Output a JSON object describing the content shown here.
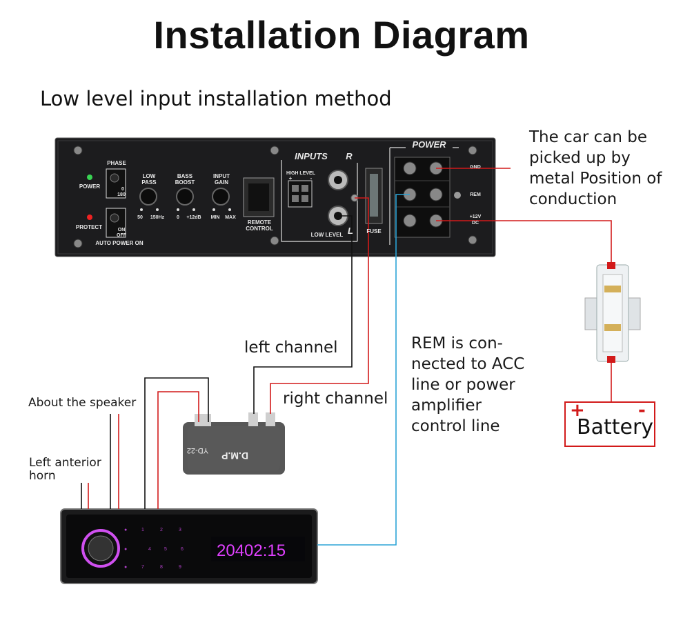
{
  "title": "Installation Diagram",
  "subtitle": "Low level input installation method",
  "notes": {
    "ground_note": [
      "The car can be",
      "picked up by",
      "metal Position of",
      "conduction"
    ],
    "left_channel": "left channel",
    "right_channel": "right channel",
    "rem_note": [
      "REM is con-",
      "nected to ACC",
      "line or power",
      "amplifier",
      "control line"
    ],
    "about_speaker": "About the speaker",
    "left_horn": [
      "Left anterior",
      "horn"
    ]
  },
  "battery": {
    "label": "Battery",
    "plus": "+",
    "minus": "-"
  },
  "amplifier_panel": {
    "phase": "PHASE",
    "phase_0": "0",
    "phase_180": "180",
    "power": "POWER",
    "protect": "PROTECT",
    "on": "ON",
    "off": "OFF",
    "auto_power_on": "AUTO POWER ON",
    "low_pass": [
      "LOW",
      "PASS"
    ],
    "bass_boost": [
      "BASS",
      "BOOST"
    ],
    "input_gain": [
      "INPUT",
      "GAIN"
    ],
    "lp_range": [
      "50",
      "150Hz"
    ],
    "bb_range": [
      "0",
      "+12dB"
    ],
    "ig_range": [
      "MIN",
      "MAX"
    ],
    "remote_control": [
      "REMOTE",
      "CONTROL"
    ],
    "inputs": "INPUTS",
    "r": "R",
    "l": "L",
    "high_level": "HIGH LEVEL",
    "hl_plus": "+",
    "hl_minus": "-",
    "low_level": "LOW LEVEL",
    "fuse": "FUSE",
    "power_block": "POWER",
    "gnd": "GND",
    "rem": "REM",
    "v12": [
      "+12V",
      "DC"
    ]
  },
  "converter": {
    "model": "YD-22",
    "brand": "D.M.P"
  },
  "head_unit": {
    "clock": "20402:15"
  },
  "colors": {
    "red_wire": "#d21a1a",
    "black_wire": "#111111",
    "blue_wire": "#2aa3d6",
    "panel": "#1c1c1e",
    "display": "#e040ff"
  }
}
